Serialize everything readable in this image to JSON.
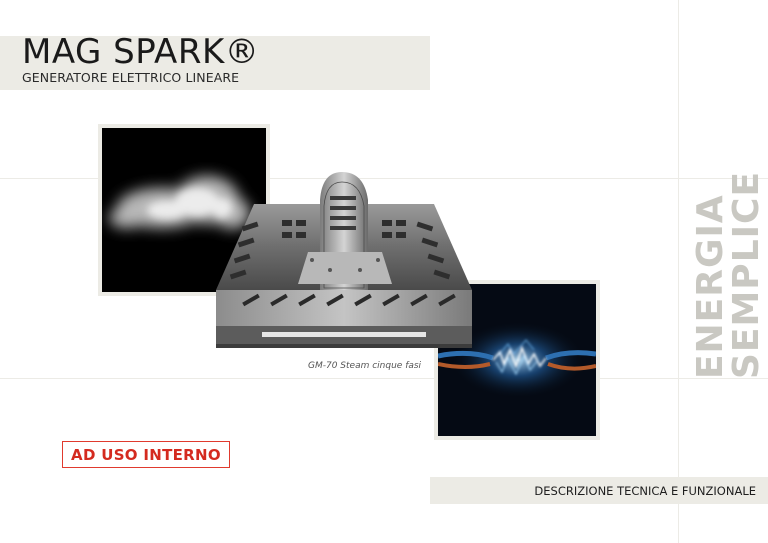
{
  "header": {
    "title": "MAG SPARK®",
    "subtitle": "GENERATORE ELETTRICO LINEARE"
  },
  "side_tagline": {
    "line1": "ENERGIA",
    "line2": "SEMPLICE"
  },
  "product": {
    "caption": "GM-70 Steam cinque fasi"
  },
  "badge": {
    "label": "AD USO INTERNO",
    "color": "#d42a1f"
  },
  "footer": {
    "label": "DESCRIZIONE TECNICA E FUNZIONALE"
  }
}
